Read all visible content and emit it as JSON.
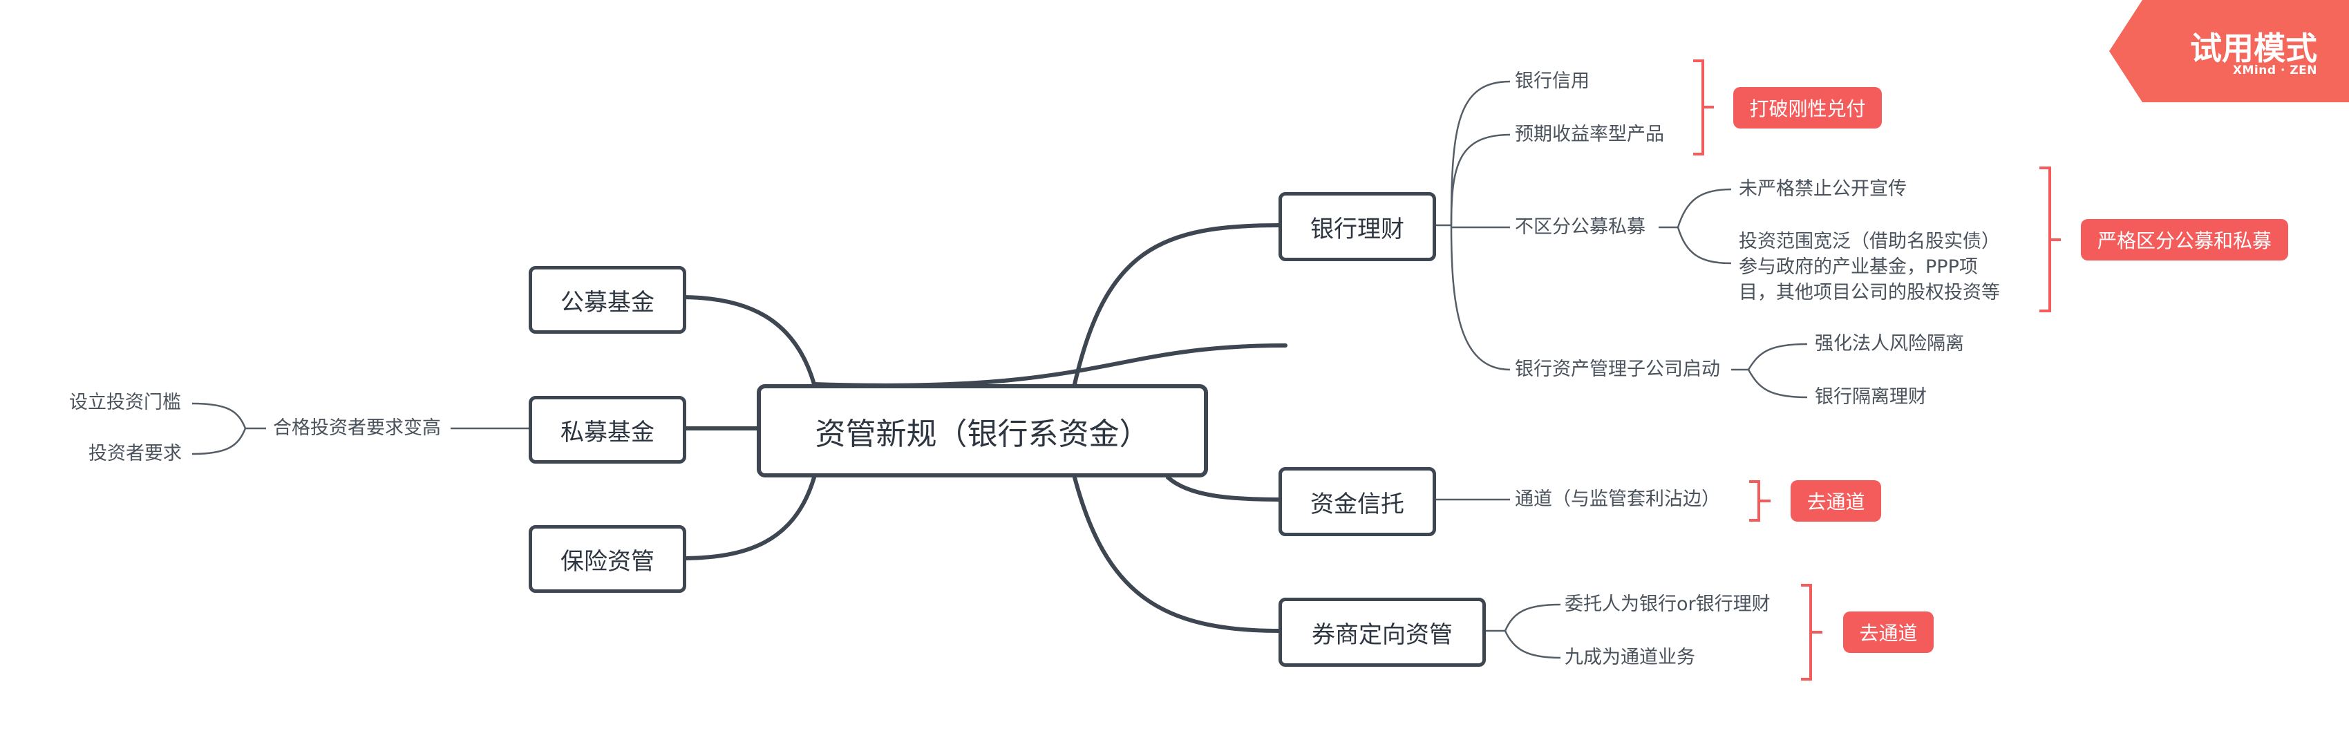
{
  "root": "资管新规（银行系资金）",
  "left_branches": [
    {
      "label": "公募基金"
    },
    {
      "label": "私募基金",
      "child": "合格投资者要求变高",
      "children": [
        "设立投资门槛",
        "投资者要求"
      ]
    },
    {
      "label": "保险资管"
    }
  ],
  "right_branches": {
    "bank": {
      "label": "银行理财",
      "items": [
        "银行信用",
        "预期收益率型产品",
        "不区分公募私募",
        "银行资产管理子公司启动"
      ],
      "sub_private": [
        "未严格禁止公开宣传",
        "投资范围宽泛（借助名股实债）",
        "参与政府的产业基金，PPP项",
        "目，其他项目公司的股权投资等"
      ],
      "sub_subsidiary": [
        "强化法人风险隔离",
        "银行隔离理财"
      ],
      "summary_1": "打破刚性兑付",
      "summary_2": "严格区分公募和私募"
    },
    "trust": {
      "label": "资金信托",
      "item": "通道（与监管套利沾边）",
      "summary": "去通道"
    },
    "broker": {
      "label": "券商定向资管",
      "items": [
        "委托人为银行or银行理财",
        "九成为通道业务"
      ],
      "summary": "去通道"
    }
  },
  "trial_badge": {
    "title": "试用模式",
    "brand": "XMind · ZEN"
  },
  "colors": {
    "line": "#3d4651",
    "thin_line": "#555d66",
    "summary": "#f45c5c",
    "badge": "#f4675a"
  }
}
